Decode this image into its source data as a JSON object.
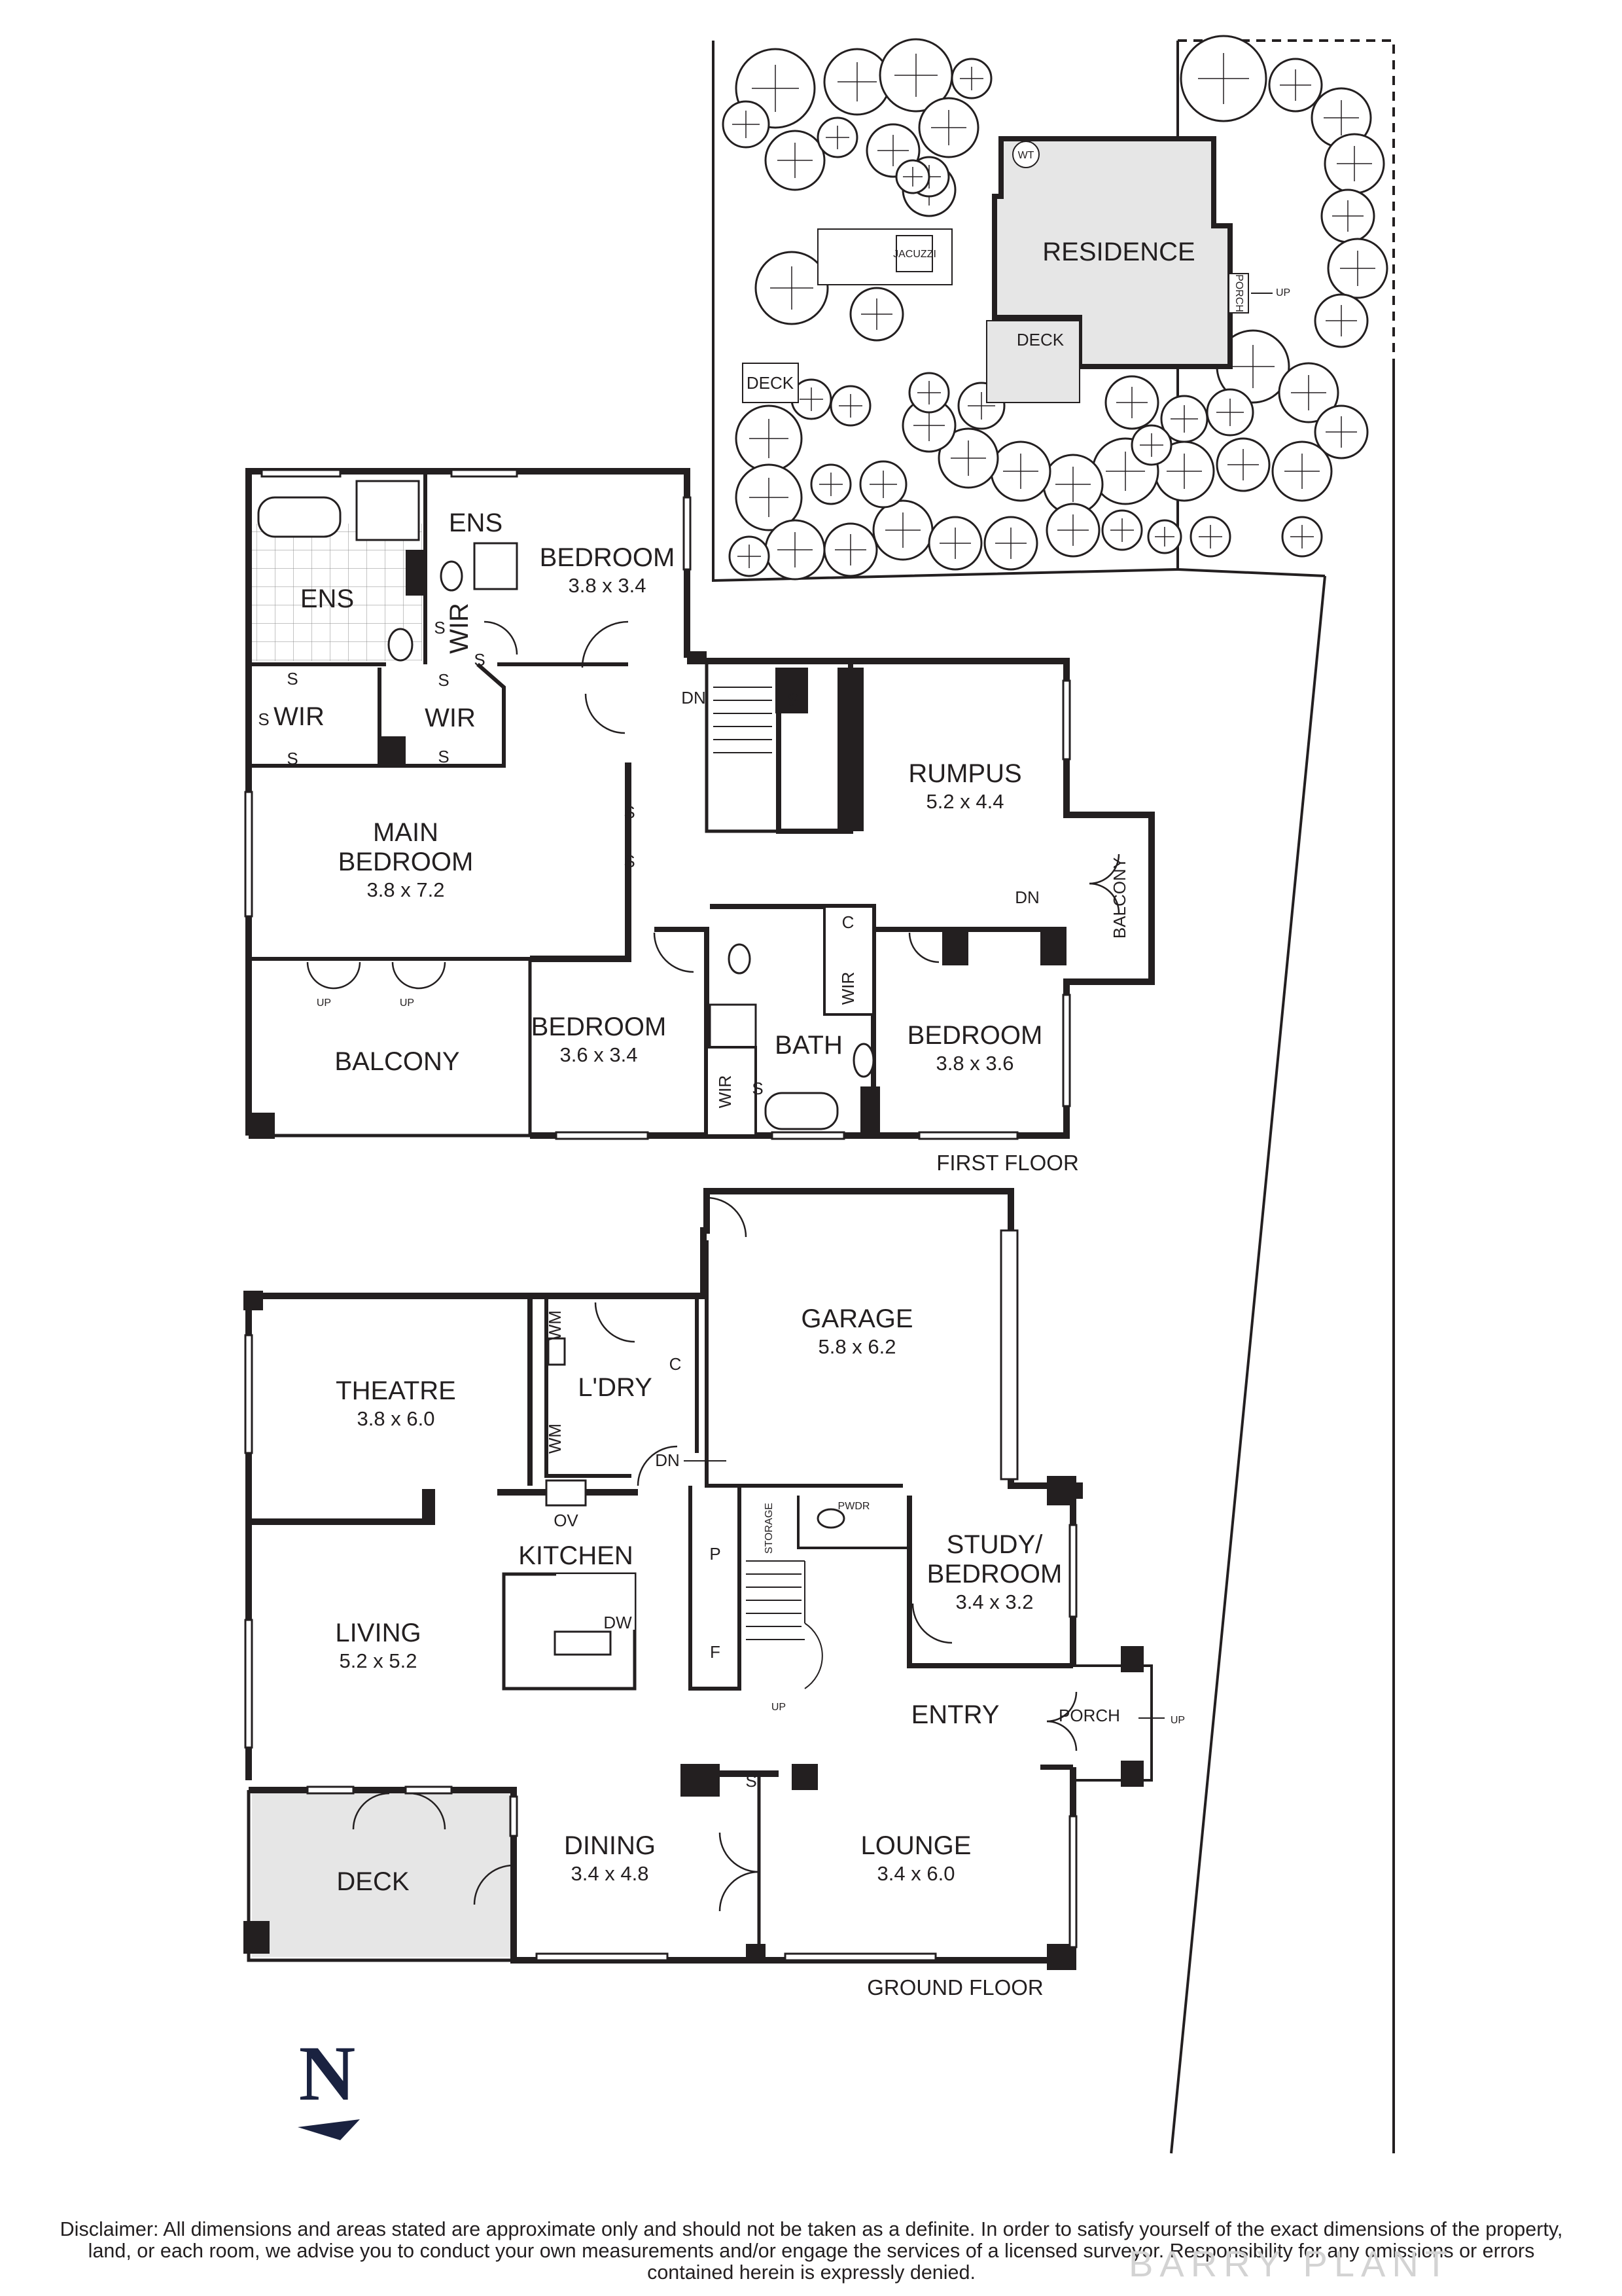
{
  "site_plan": {
    "residence": "RESIDENCE",
    "deck": "DECK",
    "deck_garden": "DECK",
    "jacuzzi": "JACUZZI",
    "wt": "WT",
    "porch": "PORCH",
    "up": "UP"
  },
  "first_floor": {
    "title": "FIRST FLOOR",
    "rooms": {
      "ens_main": "ENS",
      "ens_small": "ENS",
      "bedroom_nw": {
        "name": "BEDROOM",
        "dims": "3.8 x 3.4"
      },
      "wir_main_1": "WIR",
      "wir_main_2": "WIR",
      "wir_bed": "WIR",
      "main_bedroom": {
        "name_1": "MAIN",
        "name_2": "BEDROOM",
        "dims": "3.8 x 7.2"
      },
      "rumpus": {
        "name": "RUMPUS",
        "dims": "5.2 x 4.4"
      },
      "balcony_main": "BALCONY",
      "balcony_east": "BALCONY",
      "bedroom_mid": {
        "name": "BEDROOM",
        "dims": "3.6 x 3.4"
      },
      "bath": "BATH",
      "wir_bath": "WIR",
      "wir_east": "WIR",
      "bedroom_east": {
        "name": "BEDROOM",
        "dims": "3.8 x 3.6"
      }
    },
    "marks": {
      "s": "S",
      "c": "C",
      "dn": "DN",
      "up": "UP"
    }
  },
  "ground_floor": {
    "title": "GROUND FLOOR",
    "rooms": {
      "garage": {
        "name": "GARAGE",
        "dims": "5.8 x 6.2"
      },
      "theatre": {
        "name": "THEATRE",
        "dims": "3.8 x 6.0"
      },
      "laundry": "L'DRY",
      "kitchen": "KITCHEN",
      "living": {
        "name": "LIVING",
        "dims": "5.2 x 5.2"
      },
      "study": {
        "name_1": "STUDY/",
        "name_2": "BEDROOM",
        "dims": "3.4 x 3.2"
      },
      "entry": "ENTRY",
      "porch": "PORCH",
      "deck": "DECK",
      "dining": {
        "name": "DINING",
        "dims": "3.4 x 4.8"
      },
      "lounge": {
        "name": "LOUNGE",
        "dims": "3.4 x 6.0"
      },
      "pwdr": "PWDR",
      "storage": "STORAGE"
    },
    "marks": {
      "wm": "WM",
      "c": "C",
      "ov": "OV",
      "dw": "DW",
      "p": "P",
      "f": "F",
      "s": "S",
      "dn": "DN",
      "up": "UP"
    }
  },
  "compass": {
    "north": "N"
  },
  "disclaimer": "Disclaimer: All dimensions and areas stated are approximate only and should not be taken as a definite. In order to satisfy yourself of the exact dimensions of the property, land, or each room, we advise you to conduct your own measurements and/or engage the services of a licensed surveyor. Responsibility for any omissions or errors contained herein is expressly denied.",
  "watermark": "BARRY PLANT"
}
